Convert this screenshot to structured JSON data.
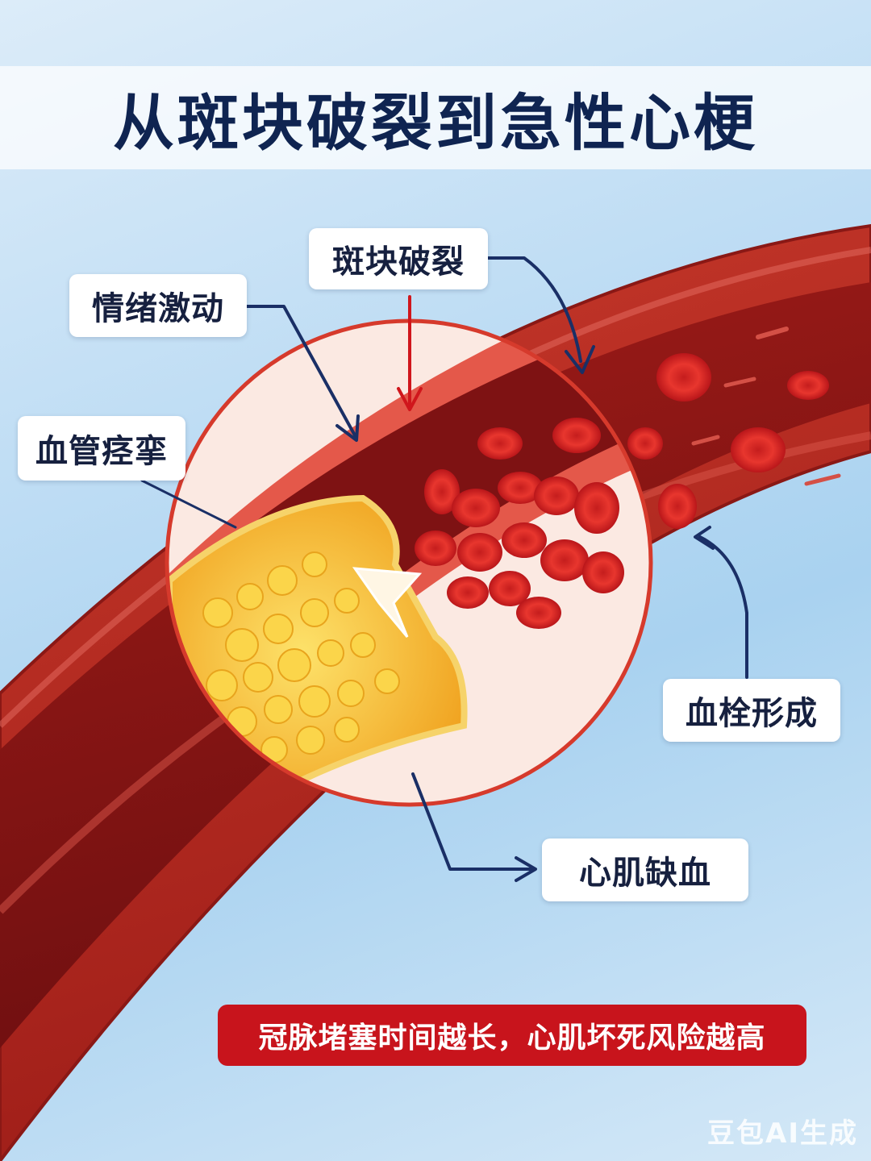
{
  "title": "从斑块破裂到急性心梗",
  "labels": {
    "plaque_rupture": "斑块破裂",
    "emotional_stress": "情绪激动",
    "vasospasm": "血管痉挛",
    "thrombus_formation": "血栓形成",
    "myocardial_ischemia": "心肌缺血"
  },
  "banner": "冠脉堵塞时间越长，心肌坏死风险越高",
  "watermark": "豆包AI生成",
  "colors": {
    "title": "#0f2451",
    "banner": "#c8141c",
    "arrow_navy": "#1a2f66",
    "arrow_red": "#d0161c",
    "vessel_outer": "#b8241d",
    "vessel_lumen": "#7e1213",
    "plaque": "#f3b82a",
    "magnifier_ring": "#d63a2c"
  },
  "icons": [
    "navy-arrow",
    "red-arrow",
    "rupture-crack-icon",
    "red-blood-cell"
  ]
}
